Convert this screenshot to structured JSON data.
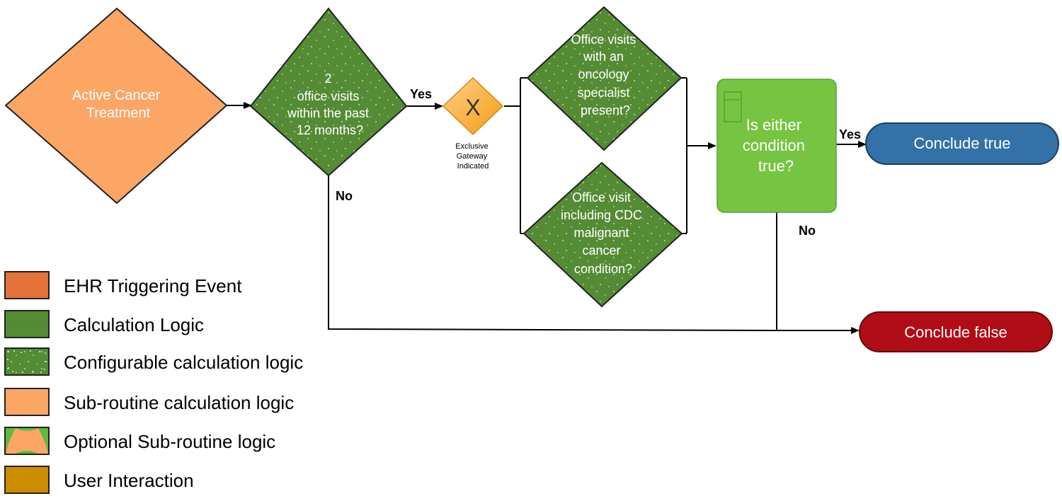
{
  "nodes": {
    "start": {
      "label_lines": [
        "Active Cancer",
        "Treatment"
      ]
    },
    "visits_check": {
      "label_lines": [
        "2",
        "office visits",
        "within the past",
        "12 months?"
      ]
    },
    "gateway": {
      "symbol": "X",
      "label_lines": [
        "Exclusive",
        "Gateway",
        "Indicated"
      ]
    },
    "oncology_check": {
      "label_lines": [
        "Office visits",
        "with an",
        "oncology",
        "specialist",
        "present?"
      ]
    },
    "cdc_check": {
      "label_lines": [
        "Office visit",
        "including CDC",
        "malignant",
        "cancer",
        "condition?"
      ]
    },
    "either_check": {
      "label_lines": [
        "Is either",
        "condition",
        "true?"
      ]
    },
    "conclude_true": {
      "label": "Conclude true"
    },
    "conclude_false": {
      "label": "Conclude false"
    }
  },
  "edges": {
    "visits_yes": "Yes",
    "visits_no": "No",
    "either_yes": "Yes",
    "either_no": "No"
  },
  "legend": [
    {
      "label": "EHR Triggering Event",
      "color": "#e3733a"
    },
    {
      "label": "Calculation Logic",
      "color": "#548b34"
    },
    {
      "label": "Configurable calculation logic",
      "color": "#548b34"
    },
    {
      "label": "Sub-routine calculation logic",
      "color": "#fca665"
    },
    {
      "label": "Optional Sub-routine logic",
      "color": "#fca665"
    },
    {
      "label": "User Interaction",
      "color": "#cc8c00"
    }
  ],
  "colors": {
    "subroutine": "#fca665",
    "calculation": "#548b34",
    "decision_box": "#76c442",
    "conclude_true": "#3371a8",
    "conclude_false": "#b00d16",
    "gateway": "#f5a623"
  }
}
